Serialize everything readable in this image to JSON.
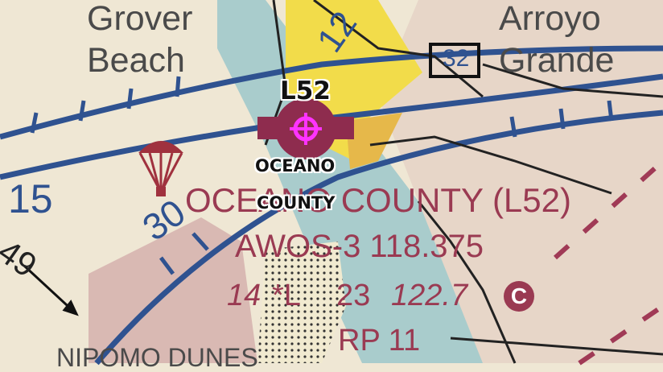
{
  "map": {
    "towns": {
      "grover_beach_line1": "Grover",
      "grover_beach_line2": "Beach",
      "arroyo_grande_line1": "Arroyo",
      "arroyo_grande_line2": "Grande",
      "nipomo_dunes": "NIPOMO DUNES"
    },
    "blue_numbers": {
      "n12": "12",
      "n15": "15",
      "n30": "30",
      "n32": "32",
      "n49": "49"
    },
    "airport": {
      "id_label": "L52",
      "name_line1": "OCEANO",
      "name_line2": "COUNTY",
      "chart_name": "OCEANO COUNTY (L52)",
      "awos": "AWOS-3 118.375",
      "elevation": "14",
      "lighting": "*L",
      "runway_length": "23",
      "ctaf": "122.7",
      "ctaf_symbol": "C",
      "right_pattern": "RP 11"
    },
    "colors": {
      "magenta_airport": "#8e2c4e",
      "highlight": "#ff33ff",
      "airspace_blue": "#2f5290",
      "water": "#a9cccc",
      "land": "#efe7d4",
      "urban": "#f2dc4a"
    },
    "icons": [
      "parachute-icon",
      "airport-icon",
      "airport-target-icon"
    ]
  }
}
